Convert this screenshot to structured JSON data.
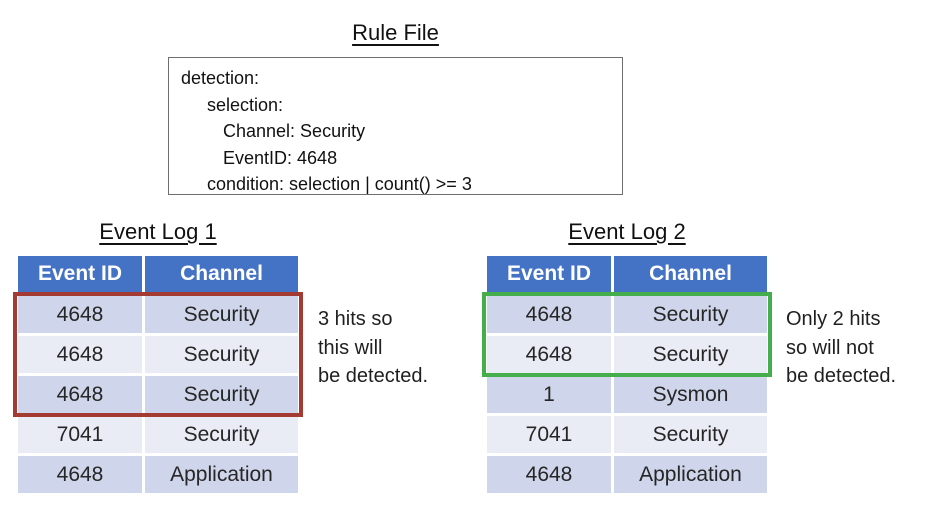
{
  "rule_file": {
    "title": "Rule File",
    "lines": [
      {
        "text": "detection:",
        "indent": 0
      },
      {
        "text": "selection:",
        "indent": 1
      },
      {
        "text": "Channel: Security",
        "indent": 2
      },
      {
        "text": "EventID: 4648",
        "indent": 2
      },
      {
        "text": "condition: selection | count() >= 3",
        "indent": 1
      }
    ]
  },
  "event_logs": [
    {
      "title": "Event Log 1",
      "columns": [
        "Event ID",
        "Channel"
      ],
      "rows": [
        [
          "4648",
          "Security"
        ],
        [
          "4648",
          "Security"
        ],
        [
          "4648",
          "Security"
        ],
        [
          "7041",
          "Security"
        ],
        [
          "4648",
          "Application"
        ]
      ],
      "highlight": {
        "rows_covered": [
          1,
          2,
          3
        ],
        "color": "#A33B32",
        "meaning": "matched events"
      },
      "note": [
        "3 hits so",
        "this will",
        "be detected."
      ]
    },
    {
      "title": "Event Log 2",
      "columns": [
        "Event ID",
        "Channel"
      ],
      "rows": [
        [
          "4648",
          "Security"
        ],
        [
          "4648",
          "Security"
        ],
        [
          "1",
          "Sysmon"
        ],
        [
          "7041",
          "Security"
        ],
        [
          "4648",
          "Application"
        ]
      ],
      "highlight": {
        "rows_covered": [
          1,
          2
        ],
        "color": "#44AD4C",
        "meaning": "matched events"
      },
      "note": [
        "Only 2 hits",
        "so will not",
        "be detected."
      ]
    }
  ],
  "colors": {
    "header_bg": "#4472C4",
    "header_text": "#FFFFFF",
    "row_band_dark": "#CFD5EA",
    "row_band_light": "#E9EBF5",
    "highlight_red": "#A33B32",
    "highlight_green": "#44AD4C"
  }
}
